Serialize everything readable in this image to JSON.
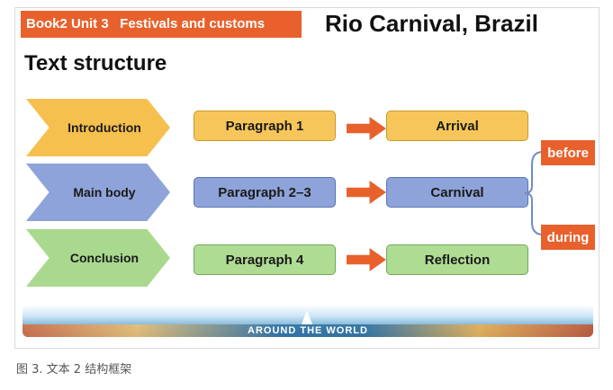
{
  "header": {
    "unit_tag": "Book2 Unit 3   Festivals and customs",
    "title": "Rio Carnival, Brazil",
    "subtitle": "Text structure"
  },
  "rows": [
    {
      "section": "Introduction",
      "paragraph": "Paragraph  1",
      "content": "Arrival",
      "color": "#f5c04d"
    },
    {
      "section": "Main body",
      "paragraph": "Paragraph  2–3",
      "content": "Carnival",
      "color": "#8ea3d9"
    },
    {
      "section": "Conclusion",
      "paragraph": "Paragraph 4",
      "content": "Reflection",
      "color": "#a9d98e"
    }
  ],
  "carnival_stages": [
    "before",
    "during"
  ],
  "banner": {
    "text": "AROUND THE WORLD"
  },
  "caption": "图 3. 文本 2 结构框架",
  "colors": {
    "accent": "#e8612c"
  }
}
